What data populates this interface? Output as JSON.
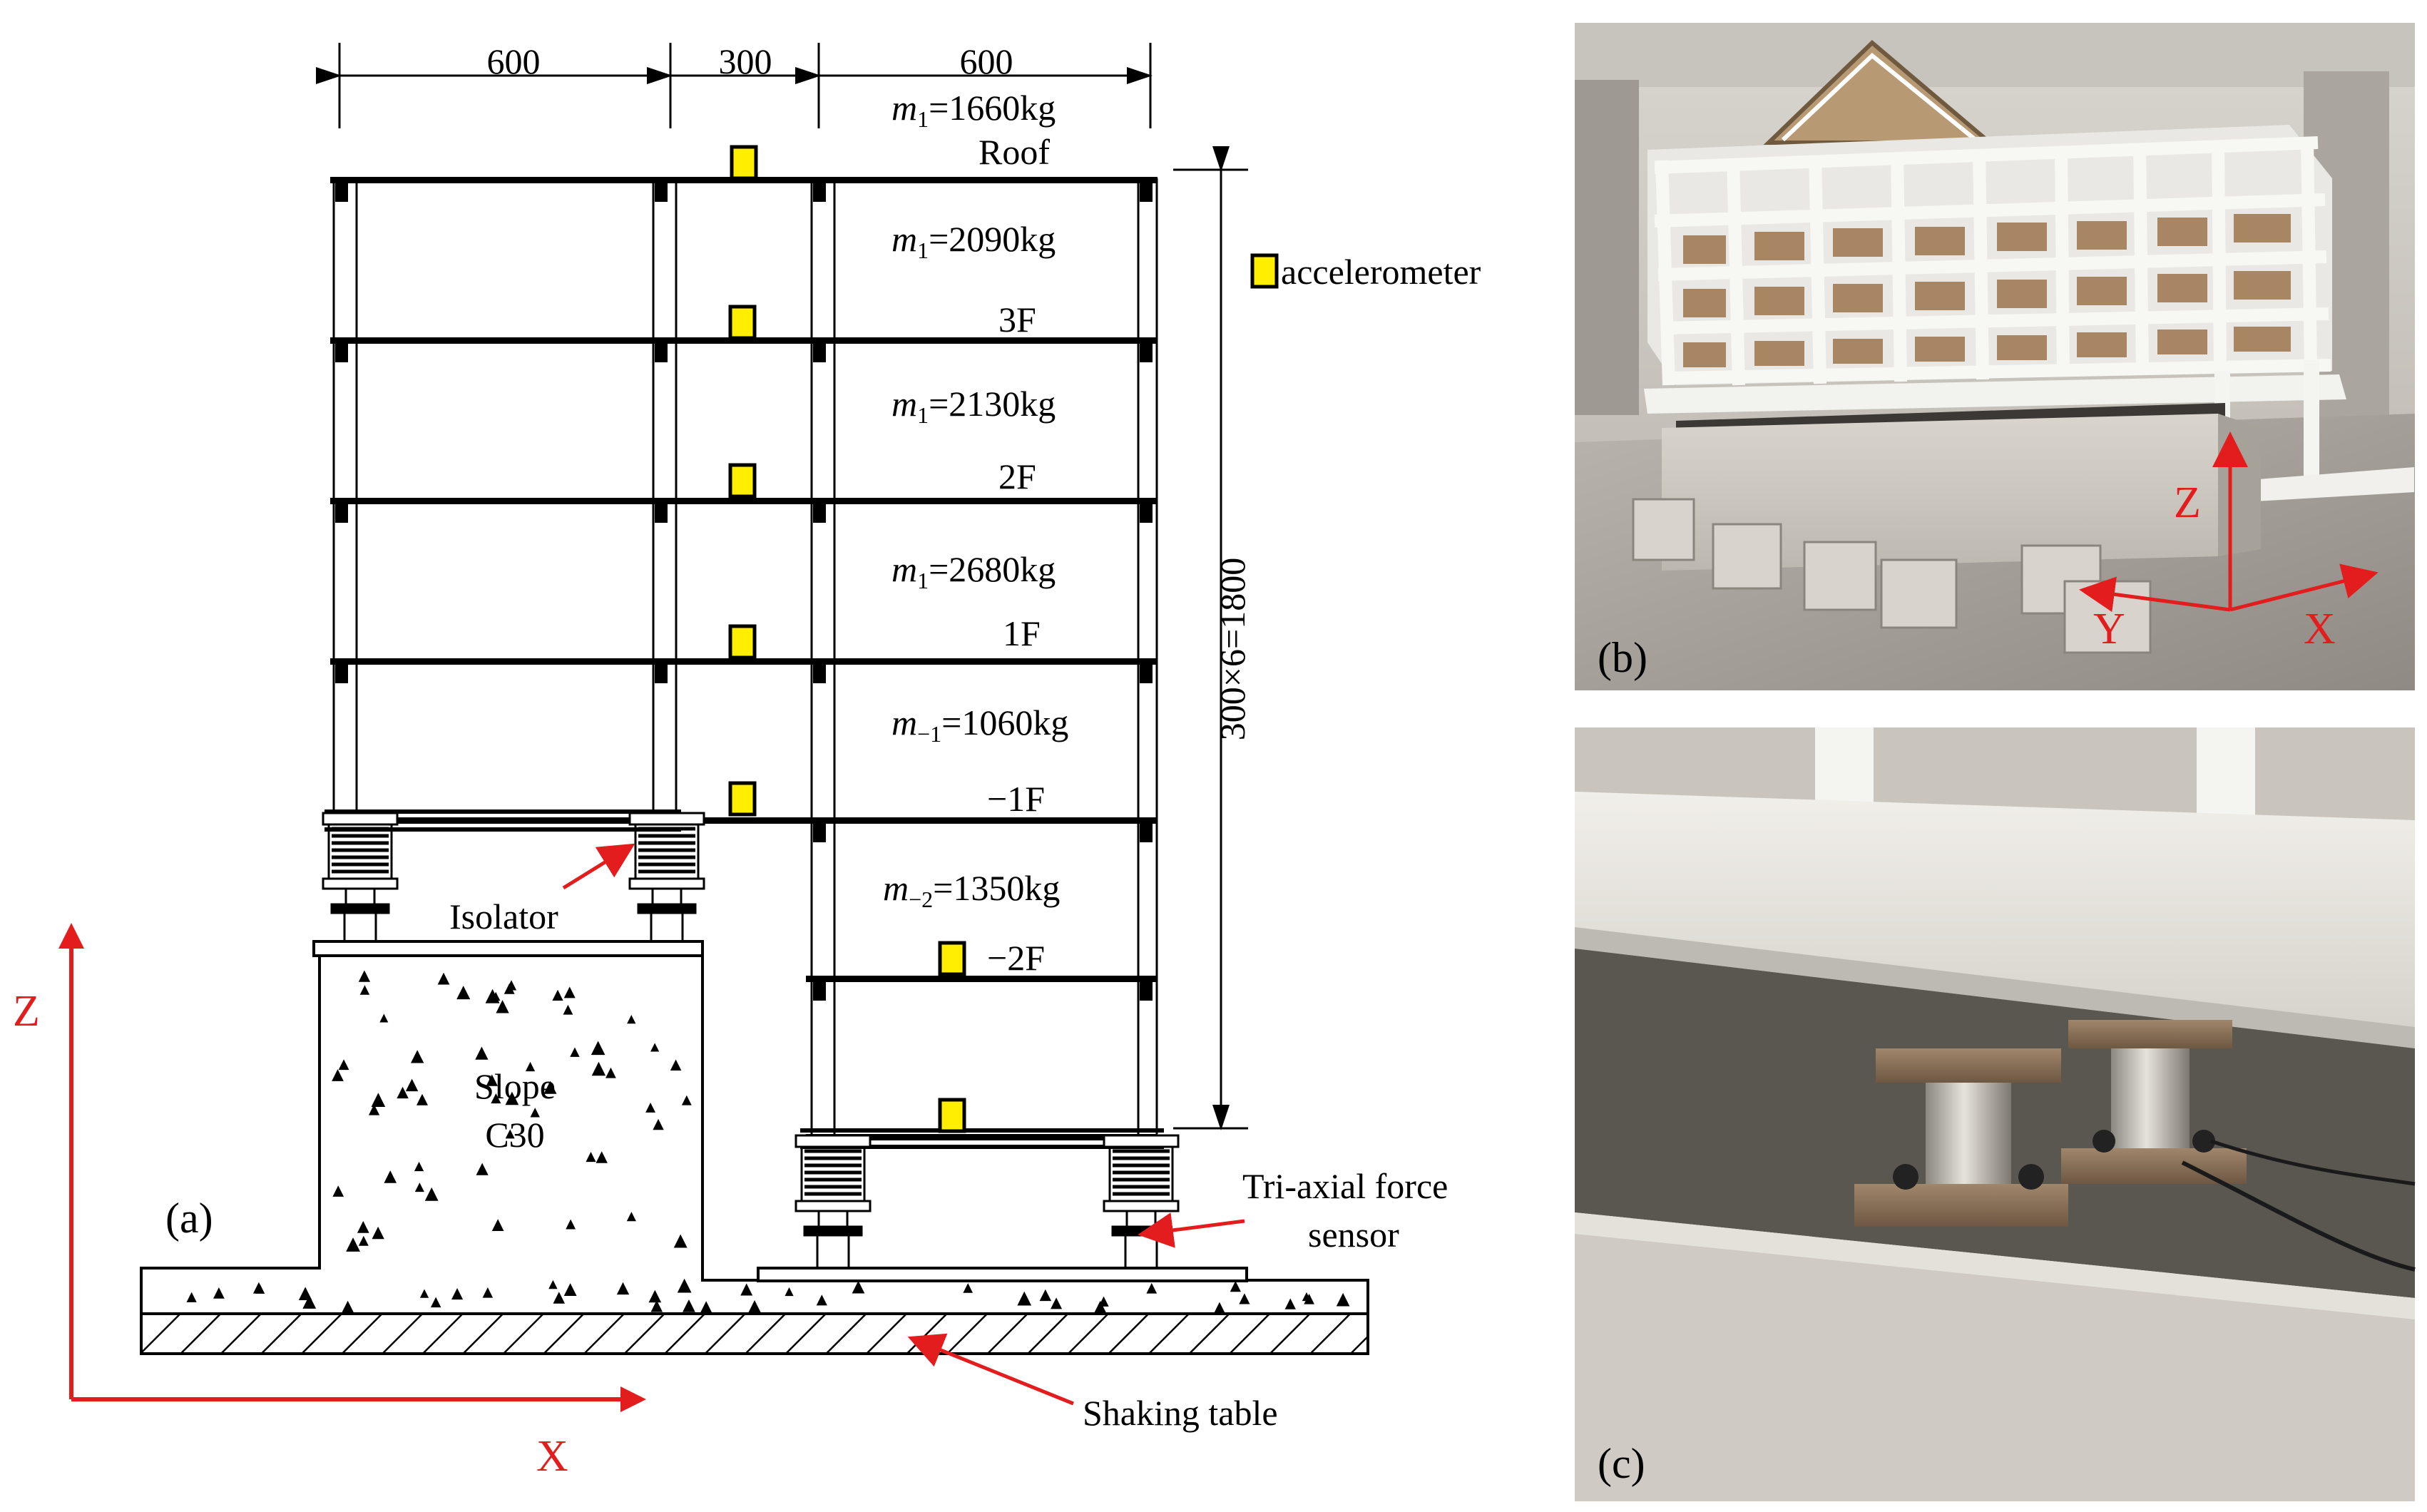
{
  "diagram": {
    "panel_labels": {
      "a": "(a)",
      "b": "(b)",
      "c": "(c)"
    },
    "dimensions": {
      "top": [
        "600",
        "300",
        "600"
      ],
      "height": "300×6=1800"
    },
    "floors": [
      {
        "mass_sym": "m",
        "mass_sub": "1",
        "mass_val": "=1660kg",
        "level": "Roof"
      },
      {
        "mass_sym": "m",
        "mass_sub": "1",
        "mass_val": "=2090kg",
        "level": "3F"
      },
      {
        "mass_sym": "m",
        "mass_sub": "1",
        "mass_val": "=2130kg",
        "level": "2F"
      },
      {
        "mass_sym": "m",
        "mass_sub": "1",
        "mass_val": "=2680kg",
        "level": "1F"
      },
      {
        "mass_sym": "m",
        "mass_sub": "−1",
        "mass_val": "=1060kg",
        "level": "−1F"
      },
      {
        "mass_sym": "m",
        "mass_sub": "−2",
        "mass_val": "=1350kg",
        "level": "−2F"
      }
    ],
    "legend": {
      "accelerometer": "accelerometer"
    },
    "labels": {
      "isolator": "Isolator",
      "slope_line1": "Slope",
      "slope_line2": "C30",
      "sensor_line1": "Tri-axial force",
      "sensor_line2": "sensor",
      "shaking_table": "Shaking table"
    },
    "axes": {
      "z": "Z",
      "x": "X",
      "y": "Y"
    },
    "colors": {
      "accelerometer": "#ffee00",
      "arrow": "#e31d1d",
      "line": "#000000"
    }
  }
}
